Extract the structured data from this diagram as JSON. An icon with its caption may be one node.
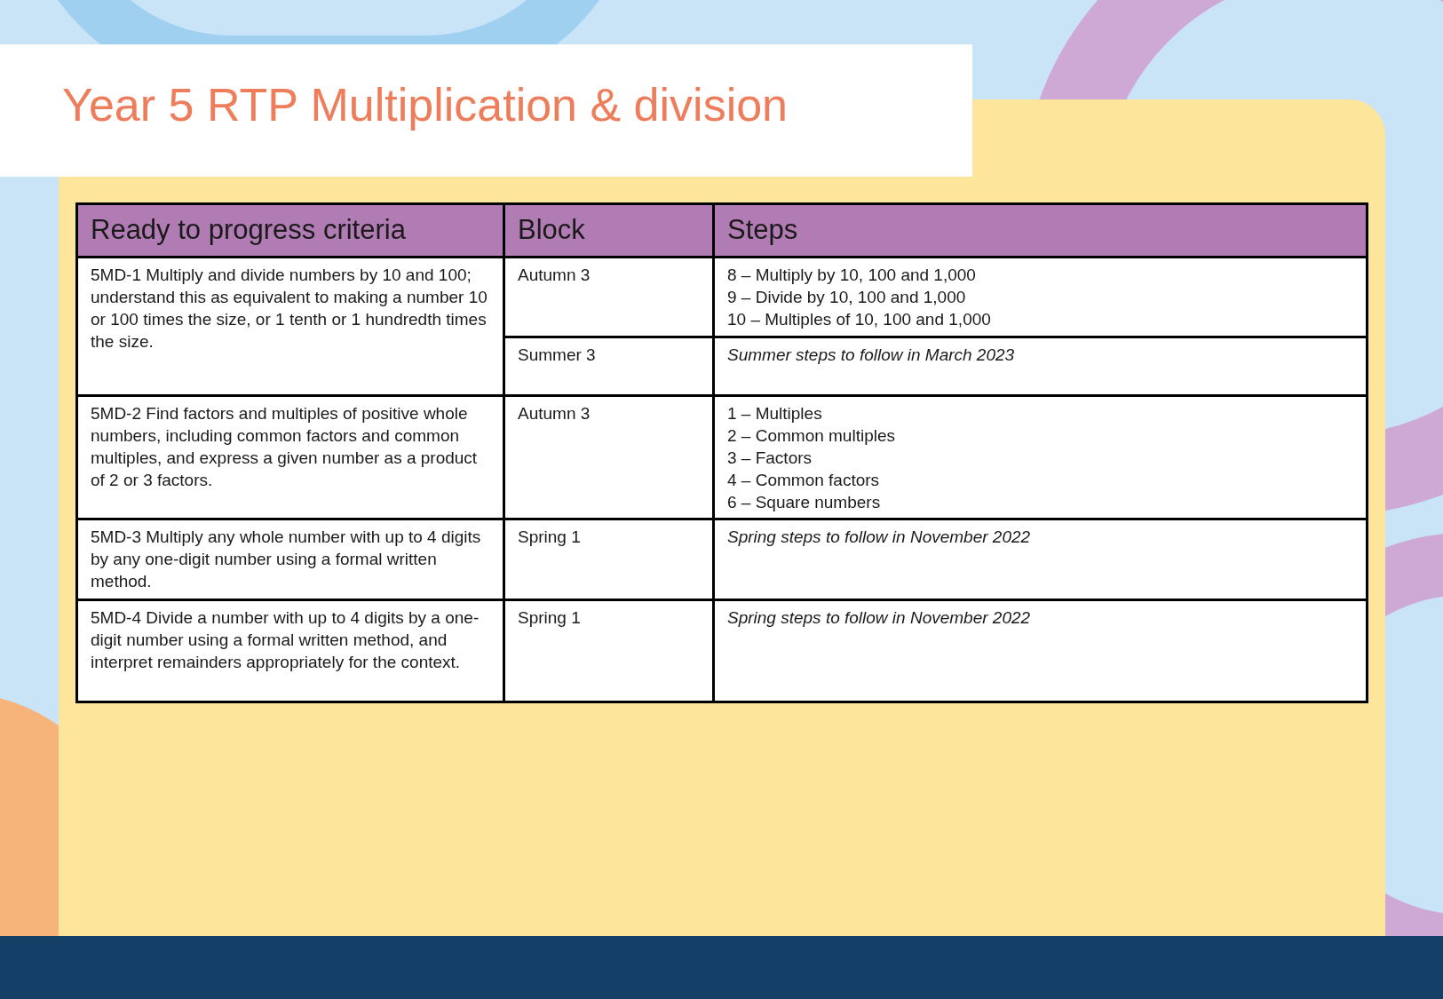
{
  "diagram": {
    "title": "Year 5 RTP Multiplication & division",
    "labels": [
      "Ready to progress criteria",
      "Block",
      "Steps",
      "5MD-1 Multiply and divide numbers by 10 and 100; understand this as equivalent to making a number 10 or 100 times the size, or 1 tenth or 1 hundredth times the size.",
      "Autumn 3",
      "8 – Multiply by 10, 100 and 1,000",
      "9 – Divide by 10, 100 and 1,000",
      "10 – Multiples of 10, 100 and 1,000",
      "Summer 3",
      "Summer steps to follow in March 2023",
      "5MD-2 Find factors and multiples of positive whole numbers, including common factors and common multiples, and express a given number as a product of 2 or 3 factors.",
      "Autumn 3",
      "1 – Multiples",
      "2 – Common multiples",
      "3 – Factors",
      "4 – Common factors",
      "6 – Square numbers",
      "5MD-3 Multiply any whole number with up to 4 digits by any one-digit number using a formal written method.",
      "Spring 1",
      "Spring steps to follow in November 2022",
      "5MD-4 Divide a number with up to 4 digits by a one-digit number using a formal written method, and interpret remainders appropriately for the context.",
      "Spring 1",
      "Spring steps to follow in November 2022"
    ]
  }
}
